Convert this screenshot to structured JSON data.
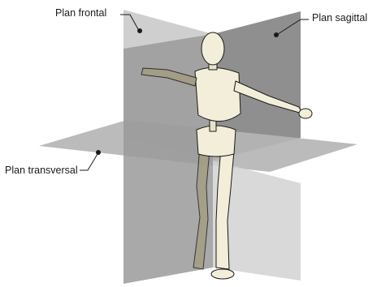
{
  "labels": {
    "frontal": "Plan frontal",
    "sagittal": "Plan sagittal",
    "transversal": "Plan transversal"
  },
  "colors": {
    "plane_light": "#c9c9c9",
    "plane_mid": "#a9a9a9",
    "plane_dark": "#8a8a8a",
    "bone": "#f3eed9",
    "bone_shadow": "#c8c1a3",
    "outline": "#1a1a1a"
  }
}
